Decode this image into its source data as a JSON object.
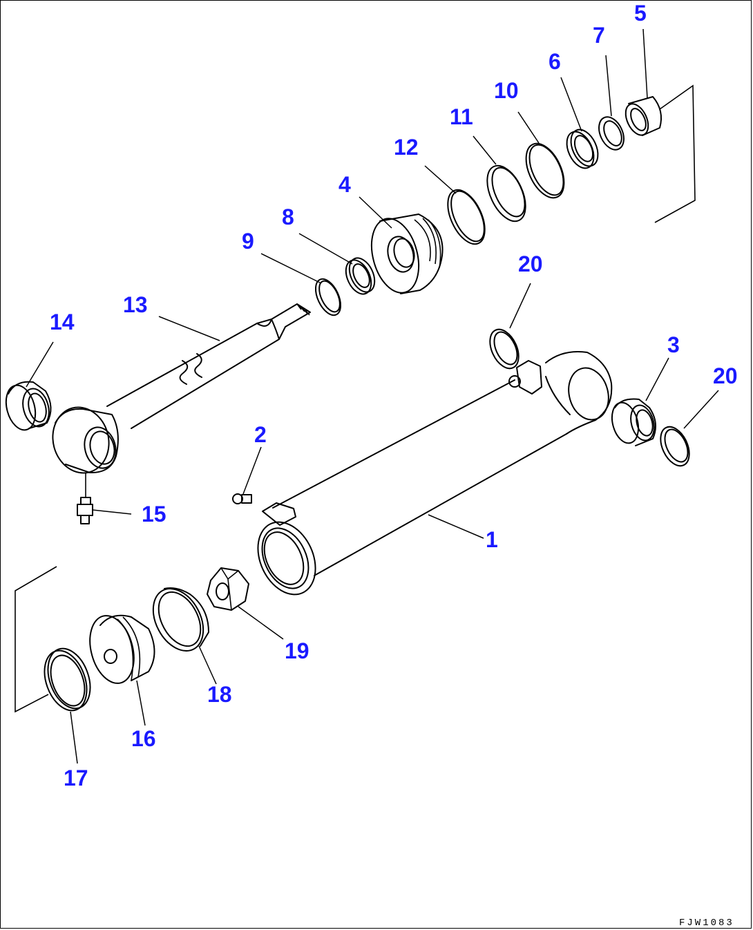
{
  "drawing_number": "FJW1083",
  "callouts": [
    "5",
    "7",
    "6",
    "10",
    "11",
    "12",
    "4",
    "8",
    "9",
    "20",
    "13",
    "14",
    "3",
    "20",
    "2",
    "15",
    "1",
    "19",
    "18",
    "16",
    "17"
  ]
}
